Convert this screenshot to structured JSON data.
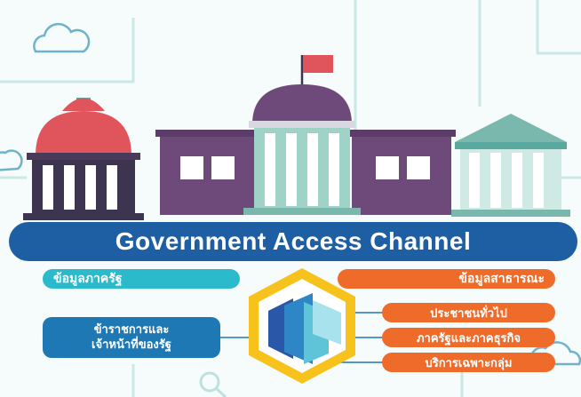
{
  "banner": {
    "title": "Government Access Channel"
  },
  "left_header": "ข้อมูลภาครัฐ",
  "right_header": "ข้อมูลสาธารณะ",
  "officer_box": {
    "line1": "ข้าราชการและ",
    "line2": "เจ้าหน้าที่ของรัฐ"
  },
  "audiences": [
    "ประชาชนทั่วไป",
    "ภาครัฐและภาคธุรกิจ",
    "บริการเฉพาะกลุ่ม"
  ],
  "icons": [
    "cloud-icon",
    "flag-icon",
    "search-icon",
    "government-building-icon",
    "logo-icon"
  ],
  "colors": {
    "banner": "#1e5fa3",
    "left_header": "#2bb9cc",
    "right_header": "#ef6b2a",
    "officer": "#1d78b4",
    "hexagon": "#f7c21b",
    "dome_red": "#e0555b",
    "building_purple": "#6e4a7a",
    "teal": "#9fd3c7",
    "line": "#bfe6e4"
  }
}
